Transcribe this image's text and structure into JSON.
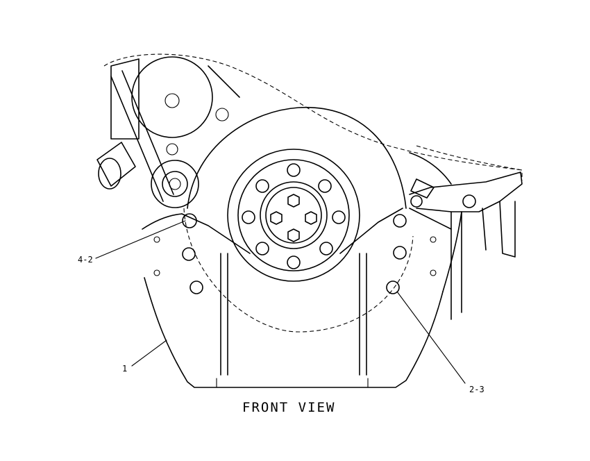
{
  "callouts": {
    "part_4_2": "4-2",
    "part_1": "1",
    "part_2_3": "2-3"
  },
  "caption": "FRONT VIEW"
}
